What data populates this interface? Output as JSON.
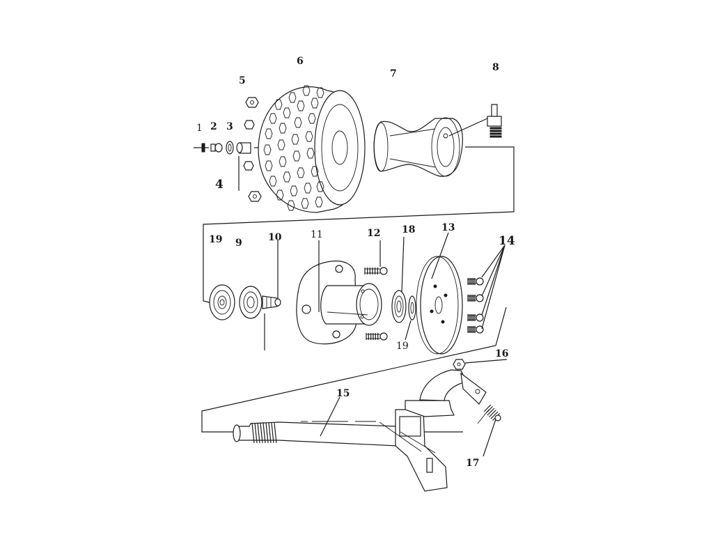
{
  "colors": {
    "ink": "#1a1a1a",
    "paper": "#ffffff"
  },
  "labels": {
    "p1": "1",
    "p2": "2",
    "p3": "3",
    "p4": "4",
    "p5": "5",
    "p6": "6",
    "p7": "7",
    "p8": "8",
    "p9": "9",
    "p10": "10",
    "p11": "11",
    "p12": "12",
    "p13": "13",
    "p14": "14",
    "p15": "15",
    "p16": "16",
    "p17": "17",
    "p18": "18",
    "p19a": "19",
    "p19b": "19"
  }
}
